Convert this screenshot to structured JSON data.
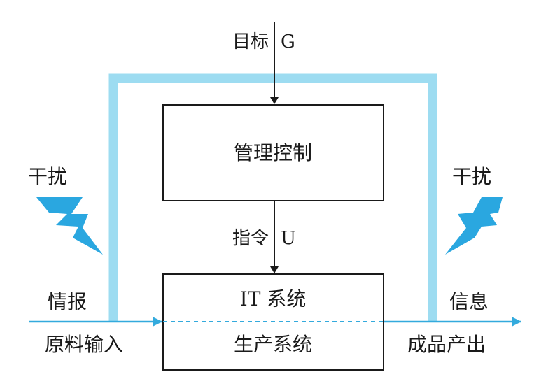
{
  "goal": {
    "label": "目标",
    "symbol": "G"
  },
  "management": {
    "label": "管理控制"
  },
  "command": {
    "label": "指令",
    "symbol": "U"
  },
  "it_system": {
    "label": "IT 系统"
  },
  "production": {
    "label": "生产系统"
  },
  "disturbance": {
    "left_label": "干扰",
    "right_label": "干扰"
  },
  "inputs": {
    "intelligence": "情报",
    "raw_material": "原料输入"
  },
  "outputs": {
    "information": "信息",
    "product": "成品产出"
  },
  "colors": {
    "feedback": "#9ddcf1",
    "flow": "#33aadd",
    "lightning": "#2aa7e0",
    "line": "#1a1a1a"
  }
}
